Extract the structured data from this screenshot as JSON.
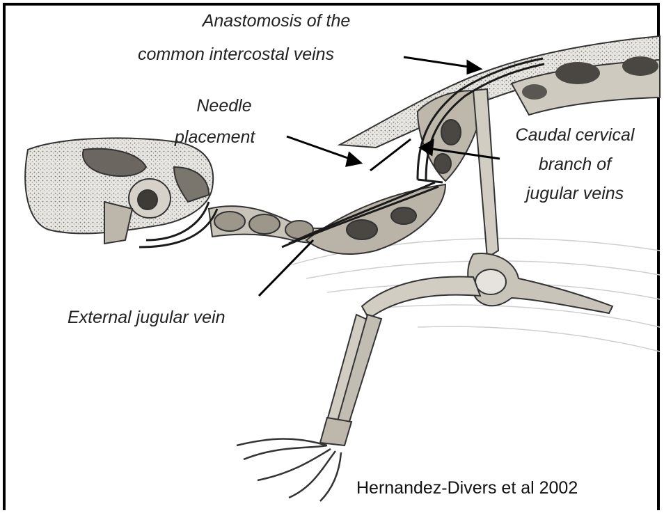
{
  "labels": {
    "anastomosis_line1": "Anastomosis of the",
    "anastomosis_line2": "common intercostal veins",
    "needle_line1": "Needle",
    "needle_line2": "placement",
    "caudal_line1": "Caudal cervical",
    "caudal_line2": "branch of",
    "caudal_line3": "jugular veins",
    "external_jugular": "External jugular vein"
  },
  "credit": "Hernandez-Divers et al 2002",
  "colors": {
    "bone_fill": "#d9d6cf",
    "bone_dark": "#3a3733",
    "shell_fill": "#e4e1da",
    "vein_stroke": "#1a1a1a"
  }
}
